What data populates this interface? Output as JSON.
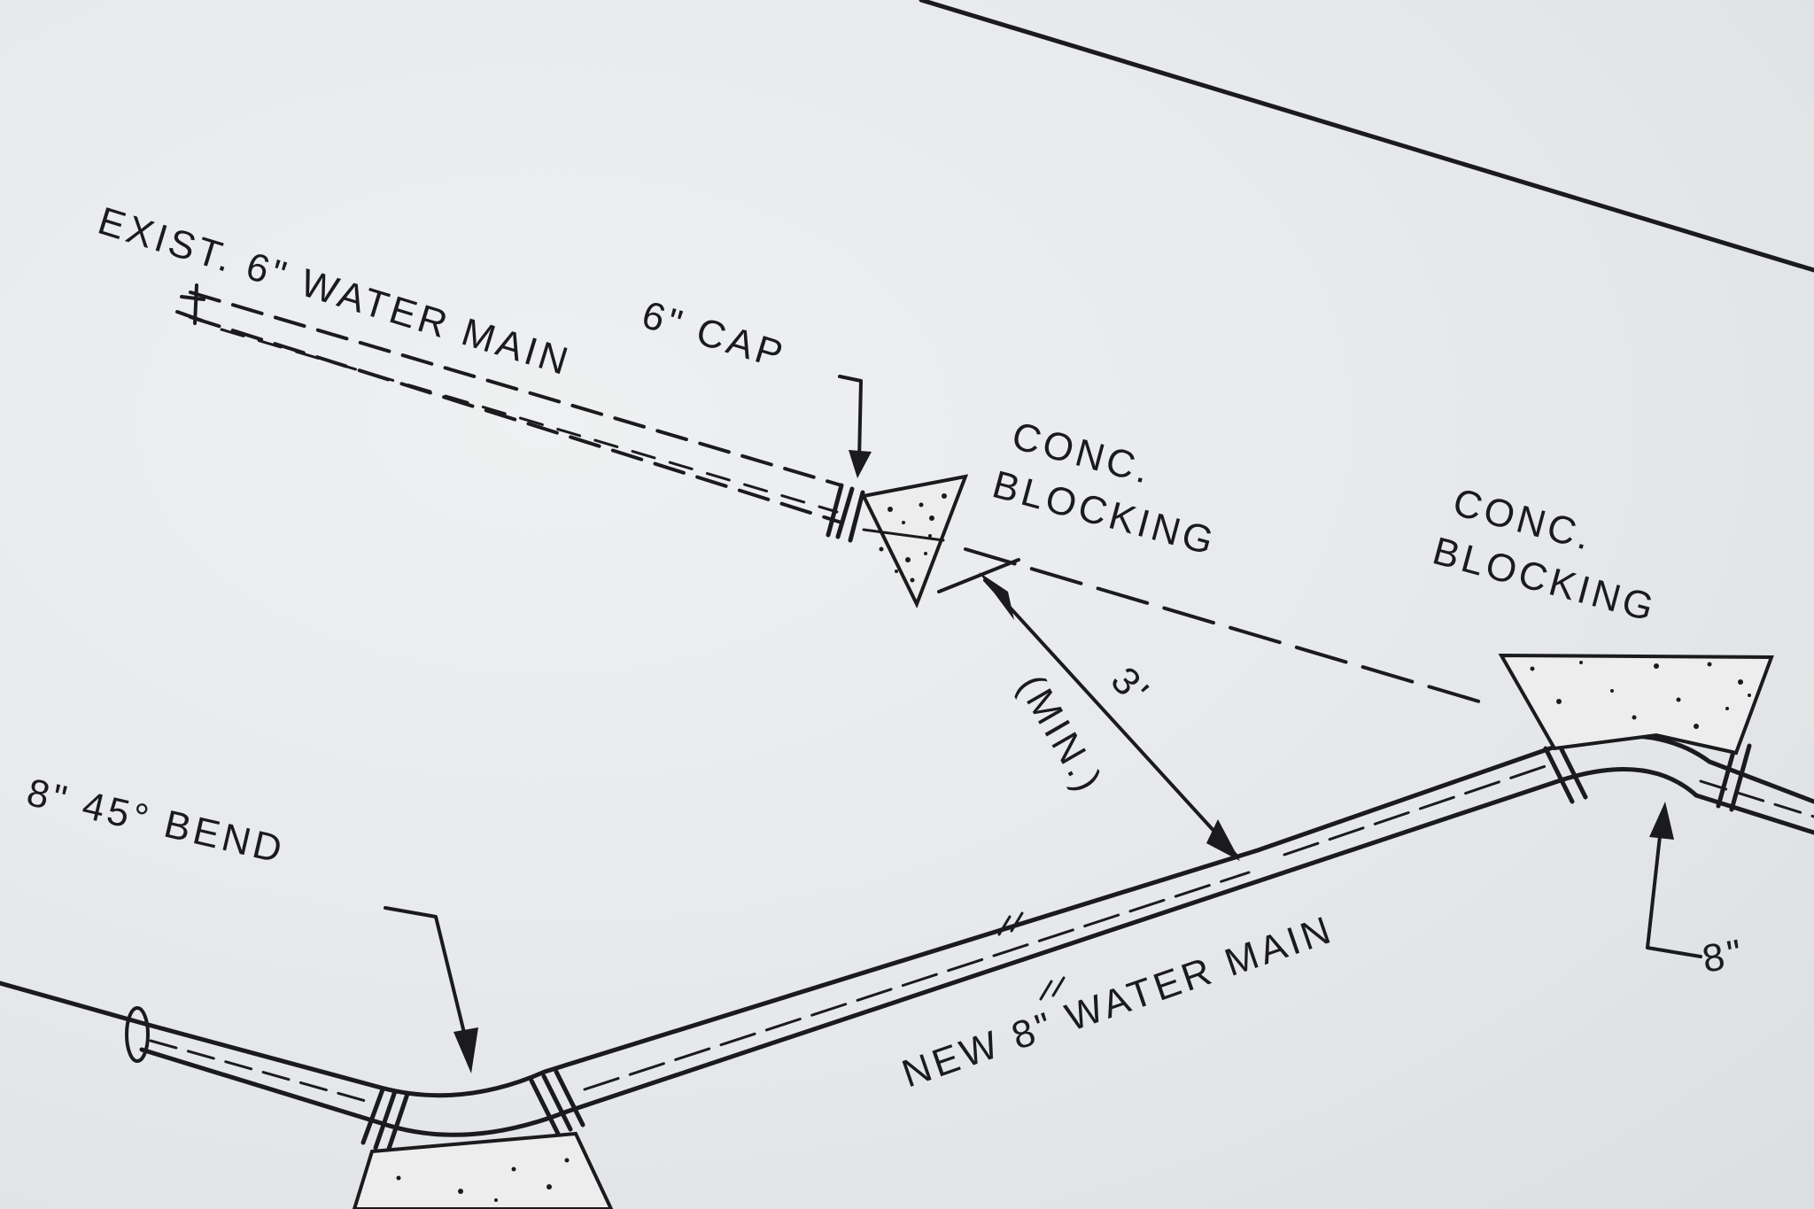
{
  "diagram": {
    "labels": {
      "existing_main": "EXIST. 6\" WATER MAIN",
      "cap": "6\" CAP",
      "blocking_left_line1": "CONC.",
      "blocking_left_line2": "BLOCKING",
      "blocking_right_line1": "CONC.",
      "blocking_right_line2": "BLOCKING",
      "bend_left": "8\" 45° BEND",
      "bend_right": "8\"",
      "new_main": "NEW 8\" WATER MAIN",
      "clearance_value": "3'",
      "clearance_qualifier": "(MIN.)"
    },
    "colors": {
      "ink": "#1b1b1d",
      "paper": "#e9ebec"
    }
  }
}
